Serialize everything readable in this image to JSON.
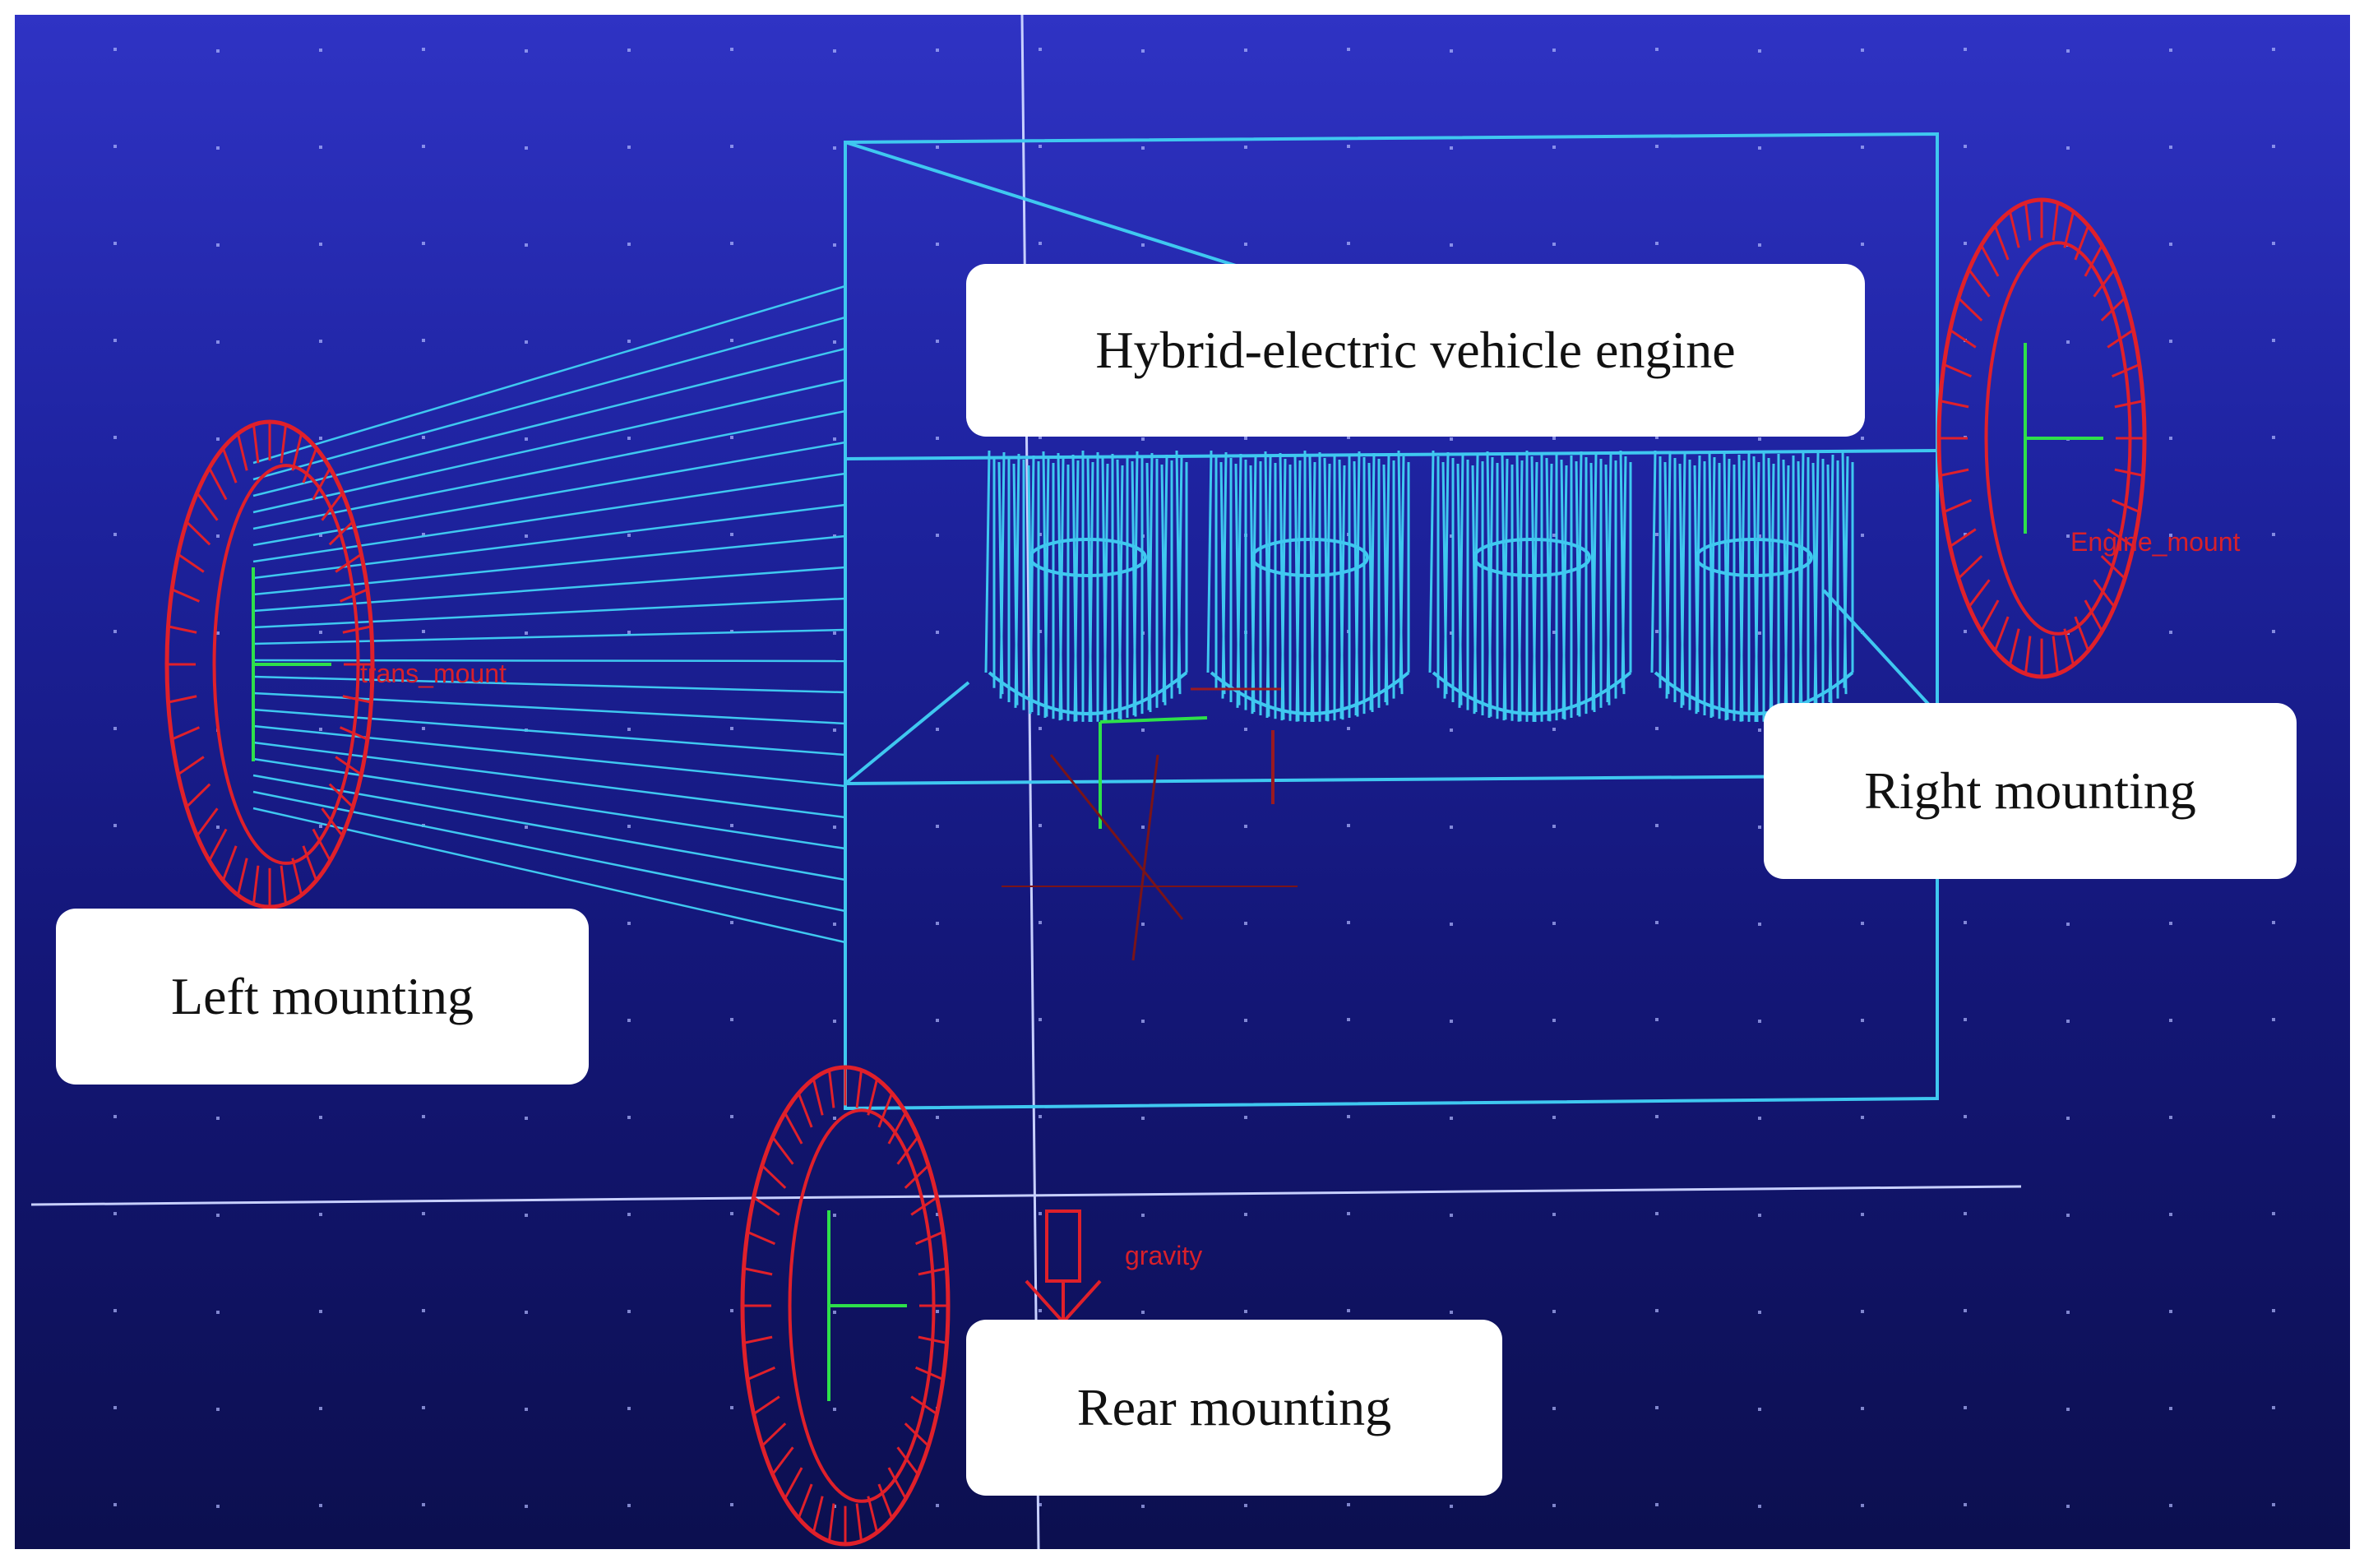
{
  "labels": {
    "engine": "Hybrid-electric vehicle engine",
    "right_mounting": "Right mounting",
    "left_mounting": "Left mounting",
    "rear_mounting": "Rear mounting"
  },
  "annotations": {
    "gravity": "gravity",
    "engine_mount": "Engine_mount",
    "trans_mount": "trans_mount"
  },
  "colors": {
    "background_top": "#2f33c4",
    "background_bottom": "#0c0f4f",
    "wireframe": "#3fc8f0",
    "mount": "#e0202a",
    "marker": "#2ee04a",
    "grid_dot": "#b0b8ff"
  }
}
